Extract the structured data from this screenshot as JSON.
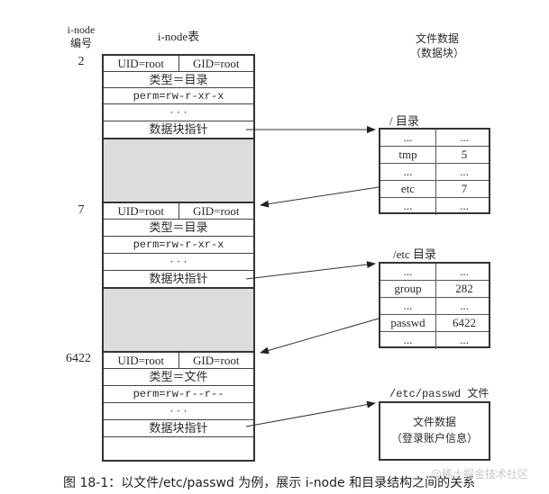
{
  "headers": {
    "inode_number": "i-node",
    "inode_number_2": "编号",
    "inode_table": "i-node表",
    "file_data": "文件数据",
    "file_data_2": "（数据块）"
  },
  "inodes": [
    {
      "number": "2",
      "uid": "UID=root",
      "gid": "GID=root",
      "type": "类型＝目录",
      "perm": "perm=rw-r-xr-x",
      "ellipsis": "· · ·",
      "pointer": "数据块指针"
    },
    {
      "number": "7",
      "uid": "UID=root",
      "gid": "GID=root",
      "type": "类型＝目录",
      "perm": "perm=rw-r-xr-x",
      "ellipsis": "· · ·",
      "pointer": "数据块指针"
    },
    {
      "number": "6422",
      "uid": "UID=root",
      "gid": "GID=root",
      "type": "类型＝文件",
      "perm": "perm=rw-r--r--",
      "ellipsis": "· · ·",
      "pointer": "数据块指针"
    }
  ],
  "root_dir": {
    "title": "/ 目录",
    "rows": [
      [
        "...",
        "..."
      ],
      [
        "tmp",
        "5"
      ],
      [
        "...",
        "..."
      ],
      [
        "etc",
        "7"
      ],
      [
        "...",
        "..."
      ]
    ]
  },
  "etc_dir": {
    "title": "/etc 目录",
    "rows": [
      [
        "...",
        "..."
      ],
      [
        "group",
        "282"
      ],
      [
        "...",
        "..."
      ],
      [
        "passwd",
        "6422"
      ],
      [
        "...",
        "..."
      ]
    ]
  },
  "passwd_file": {
    "title": "/etc/passwd 文件",
    "line1": "文件数据",
    "line2": "（登录账户信息）"
  },
  "caption": "图 18-1：以文件/etc/passwd 为例，展示 i-node 和目录结构之间的关系",
  "watermark": "@稀土掘金技术社区"
}
